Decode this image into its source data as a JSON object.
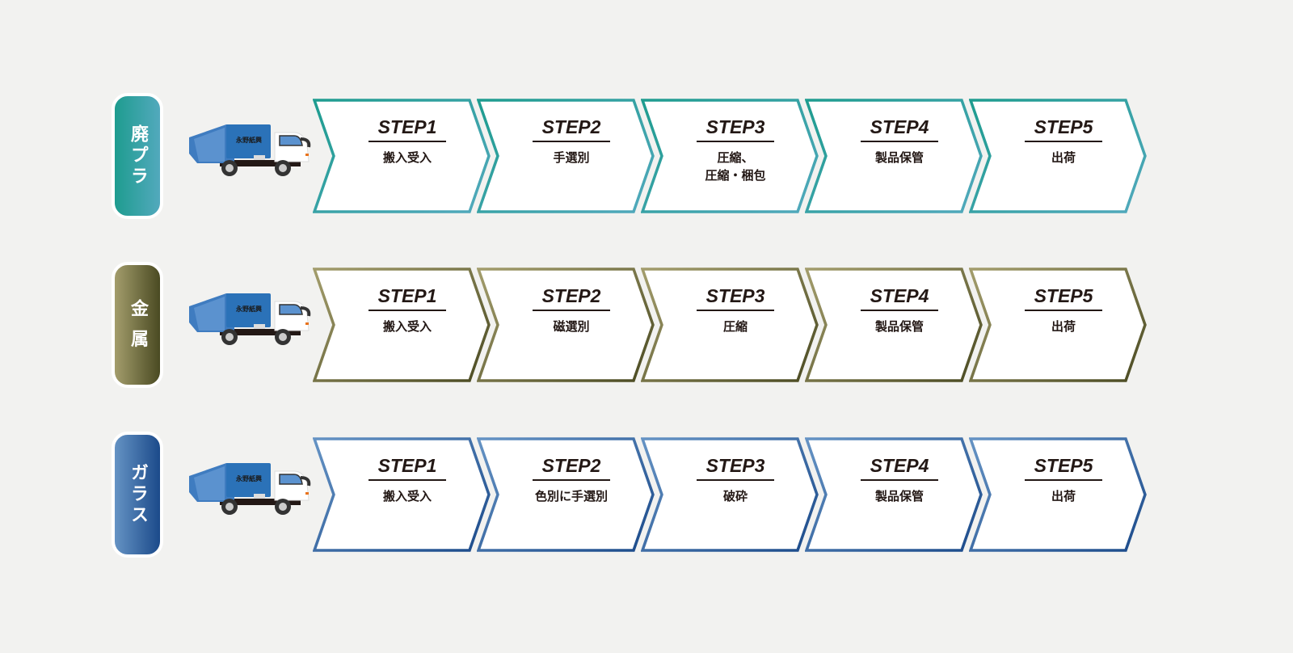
{
  "truck_label": "永野紙興",
  "rows": [
    {
      "category": "廃プラ",
      "colors": [
        "#1e9c8f",
        "#52a9bd"
      ],
      "steps": [
        {
          "step": "STEP1",
          "desc": "搬入受入"
        },
        {
          "step": "STEP2",
          "desc": "手選別"
        },
        {
          "step": "STEP3",
          "desc": "圧縮、\n圧縮・梱包"
        },
        {
          "step": "STEP4",
          "desc": "製品保管"
        },
        {
          "step": "STEP5",
          "desc": "出荷"
        }
      ]
    },
    {
      "category": "金 属",
      "colors": [
        "#a39d6c",
        "#4a4a22"
      ],
      "steps": [
        {
          "step": "STEP1",
          "desc": "搬入受入"
        },
        {
          "step": "STEP2",
          "desc": "磁選別"
        },
        {
          "step": "STEP3",
          "desc": "圧縮"
        },
        {
          "step": "STEP4",
          "desc": "製品保管"
        },
        {
          "step": "STEP5",
          "desc": "出荷"
        }
      ]
    },
    {
      "category": "ガラス",
      "colors": [
        "#6593c4",
        "#1b4a8a"
      ],
      "steps": [
        {
          "step": "STEP1",
          "desc": "搬入受入"
        },
        {
          "step": "STEP2",
          "desc": "色別に手選別"
        },
        {
          "step": "STEP3",
          "desc": "破砕"
        },
        {
          "step": "STEP4",
          "desc": "製品保管"
        },
        {
          "step": "STEP5",
          "desc": "出荷"
        }
      ]
    }
  ]
}
